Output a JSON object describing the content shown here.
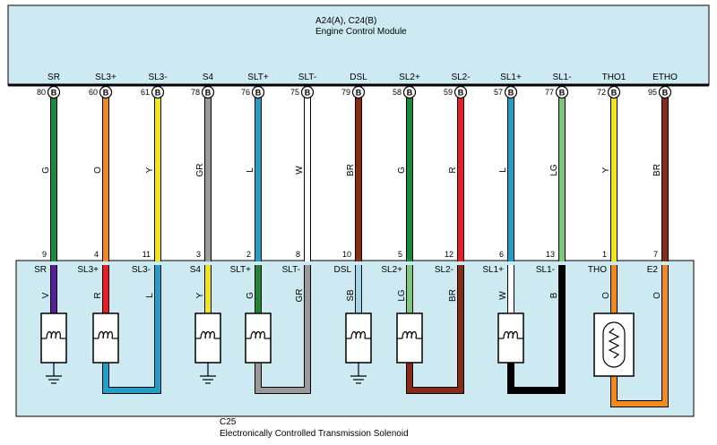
{
  "ecm": {
    "connectors": "A24(A), C24(B)",
    "name": "Engine Control Module"
  },
  "solenoid": {
    "connector": "C25",
    "name": "Electronically Controlled Transmission Solenoid"
  },
  "connector_badge": "B",
  "colors": {
    "G": "#1a8a3a",
    "O": "#f28a1e",
    "Y": "#f2e51a",
    "GR": "#9a9a9a",
    "L": "#1ea0cc",
    "W": "#ffffff",
    "BR": "#8a2a14",
    "R": "#ec1c24",
    "LG": "#7ec77a",
    "V": "#5a1e9a",
    "SB": "#9ad7ea",
    "B": "#000000",
    "panel_bg": "#cdeaf2"
  },
  "wires": [
    {
      "id": "sr",
      "ecm_label": "SR",
      "ecm_pin": "80",
      "upper_color": "G",
      "sol_pin": "9",
      "sol_label": "SR",
      "lower_color": "V"
    },
    {
      "id": "sl3p",
      "ecm_label": "SL3+",
      "ecm_pin": "60",
      "upper_color": "O",
      "sol_pin": "4",
      "sol_label": "SL3+",
      "lower_color": "R"
    },
    {
      "id": "sl3m",
      "ecm_label": "SL3-",
      "ecm_pin": "61",
      "upper_color": "Y",
      "sol_pin": "11",
      "sol_label": "SL3-",
      "lower_color": "L"
    },
    {
      "id": "s4",
      "ecm_label": "S4",
      "ecm_pin": "78",
      "upper_color": "GR",
      "sol_pin": "3",
      "sol_label": "S4",
      "lower_color": "Y"
    },
    {
      "id": "sltp",
      "ecm_label": "SLT+",
      "ecm_pin": "76",
      "upper_color": "L",
      "sol_pin": "2",
      "sol_label": "SLT+",
      "lower_color": "G"
    },
    {
      "id": "sltm",
      "ecm_label": "SLT-",
      "ecm_pin": "75",
      "upper_color": "W",
      "sol_pin": "8",
      "sol_label": "SLT-",
      "lower_color": "GR"
    },
    {
      "id": "dsl",
      "ecm_label": "DSL",
      "ecm_pin": "79",
      "upper_color": "BR",
      "sol_pin": "10",
      "sol_label": "DSL",
      "lower_color": "SB"
    },
    {
      "id": "sl2p",
      "ecm_label": "SL2+",
      "ecm_pin": "58",
      "upper_color": "G",
      "sol_pin": "5",
      "sol_label": "SL2+",
      "lower_color": "LG"
    },
    {
      "id": "sl2m",
      "ecm_label": "SL2-",
      "ecm_pin": "59",
      "upper_color": "R",
      "sol_pin": "12",
      "sol_label": "SL2-",
      "lower_color": "BR"
    },
    {
      "id": "sl1p",
      "ecm_label": "SL1+",
      "ecm_pin": "57",
      "upper_color": "L",
      "sol_pin": "6",
      "sol_label": "SL1+",
      "lower_color": "W"
    },
    {
      "id": "sl1m",
      "ecm_label": "SL1-",
      "ecm_pin": "77",
      "upper_color": "LG",
      "sol_pin": "13",
      "sol_label": "SL1-",
      "lower_color": "B"
    },
    {
      "id": "tho",
      "ecm_label": "THO1",
      "ecm_pin": "72",
      "upper_color": "Y",
      "sol_pin": "1",
      "sol_label": "THO",
      "lower_color": "O"
    },
    {
      "id": "etho",
      "ecm_label": "ETHO",
      "ecm_pin": "95",
      "upper_color": "BR",
      "sol_pin": "7",
      "sol_label": "E2",
      "lower_color": "O"
    }
  ]
}
